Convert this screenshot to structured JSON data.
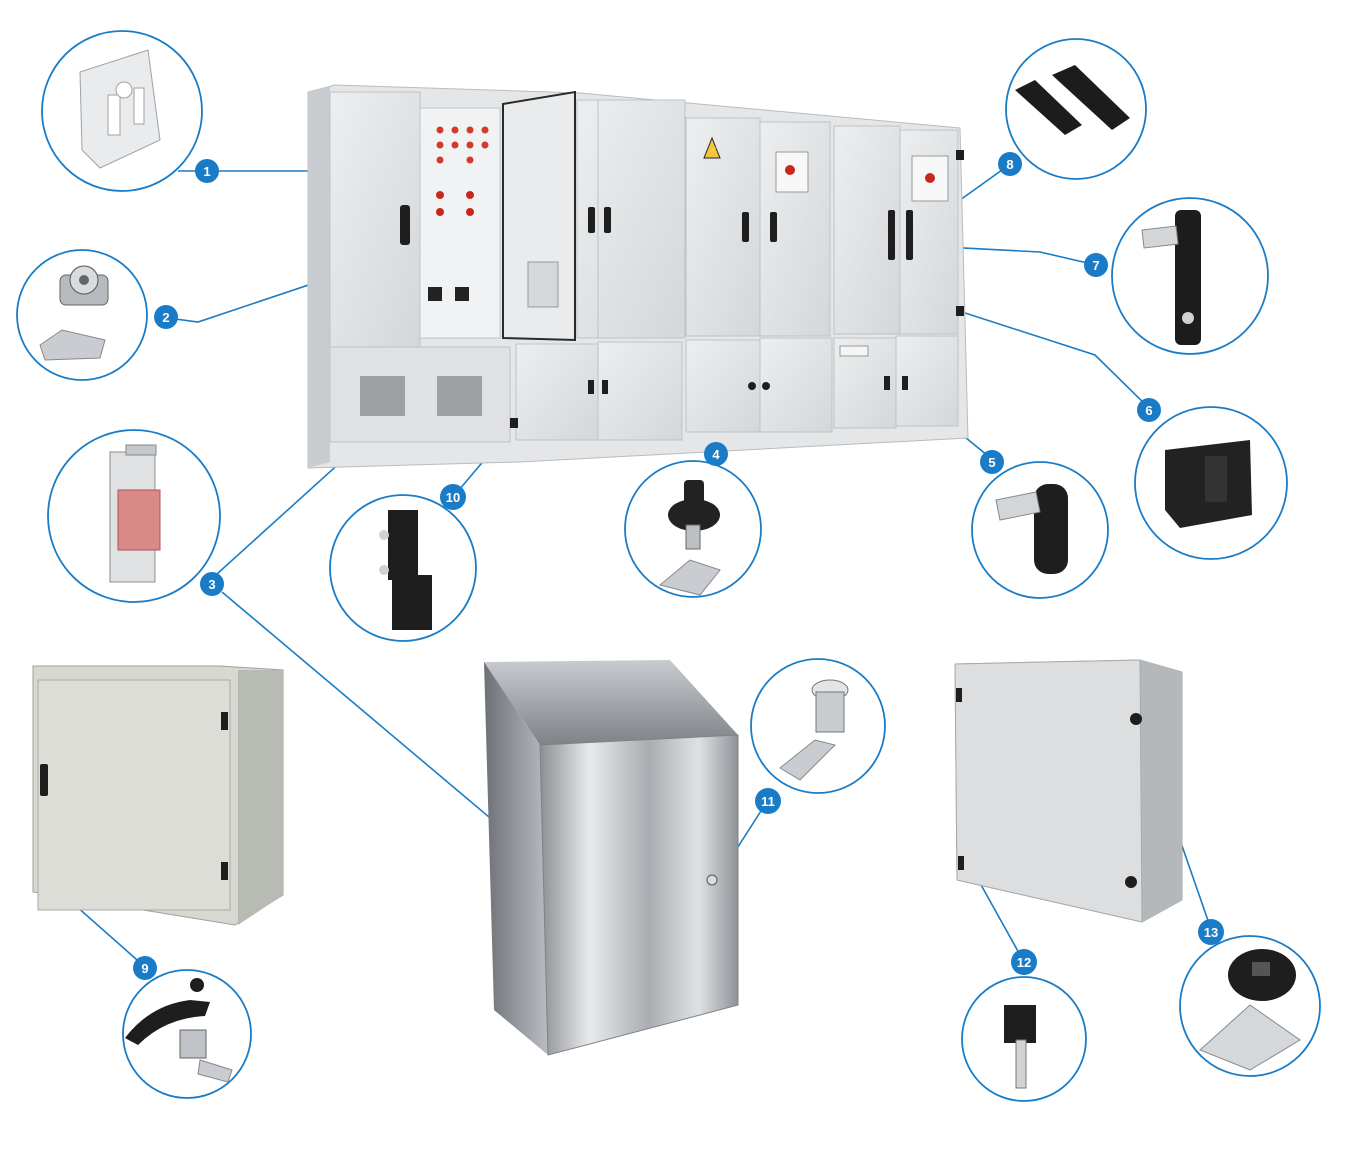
{
  "accent_color": "#1a7cc6",
  "line_color": "#1a7cc6",
  "markers": [
    {
      "label": "1",
      "part": "hinge-plate"
    },
    {
      "label": "2",
      "part": "quarter-turn-cam-lock"
    },
    {
      "label": "3",
      "part": "lift-off-hinge"
    },
    {
      "label": "4",
      "part": "key-cam-lock"
    },
    {
      "label": "5",
      "part": "flush-lever-latch"
    },
    {
      "label": "6",
      "part": "door-hinge-black"
    },
    {
      "label": "7",
      "part": "swing-handle-with-lock"
    },
    {
      "label": "8",
      "part": "edge-gasket-profile"
    },
    {
      "label": "9",
      "part": "lever-handle-lock"
    },
    {
      "label": "10",
      "part": "concealed-hinge"
    },
    {
      "label": "11",
      "part": "stainless-cam-lock"
    },
    {
      "label": "12",
      "part": "pin-hinge"
    },
    {
      "label": "13",
      "part": "wing-knob-cam-lock"
    }
  ],
  "warning_symbol": "⚡"
}
